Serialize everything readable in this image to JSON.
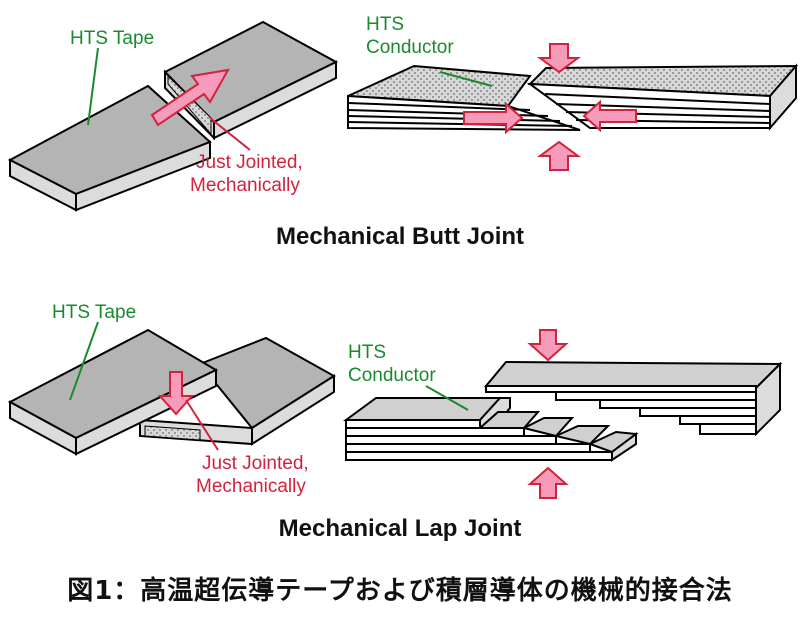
{
  "colors": {
    "tape_top": "#b4b4b4",
    "tape_side": "#dcdcdc",
    "outline": "#000000",
    "arrow_fill": "#f79bbb",
    "arrow_stroke": "#d2233c",
    "label_green": "#1a8a2e",
    "label_red": "#d2233c"
  },
  "butt_joint": {
    "tape_label": "HTS Tape",
    "conductor_label_line1": "HTS",
    "conductor_label_line2": "Conductor",
    "joint_label_line1": "Just Jointed,",
    "joint_label_line2": "Mechanically",
    "title": "Mechanical Butt Joint"
  },
  "lap_joint": {
    "tape_label": "HTS Tape",
    "conductor_label_line1": "HTS",
    "conductor_label_line2": "Conductor",
    "joint_label_line1": "Just Jointed,",
    "joint_label_line2": "Mechanically",
    "title": "Mechanical Lap Joint"
  },
  "caption": "図1：高温超伝導テープおよび積層導体の機械的接合法"
}
